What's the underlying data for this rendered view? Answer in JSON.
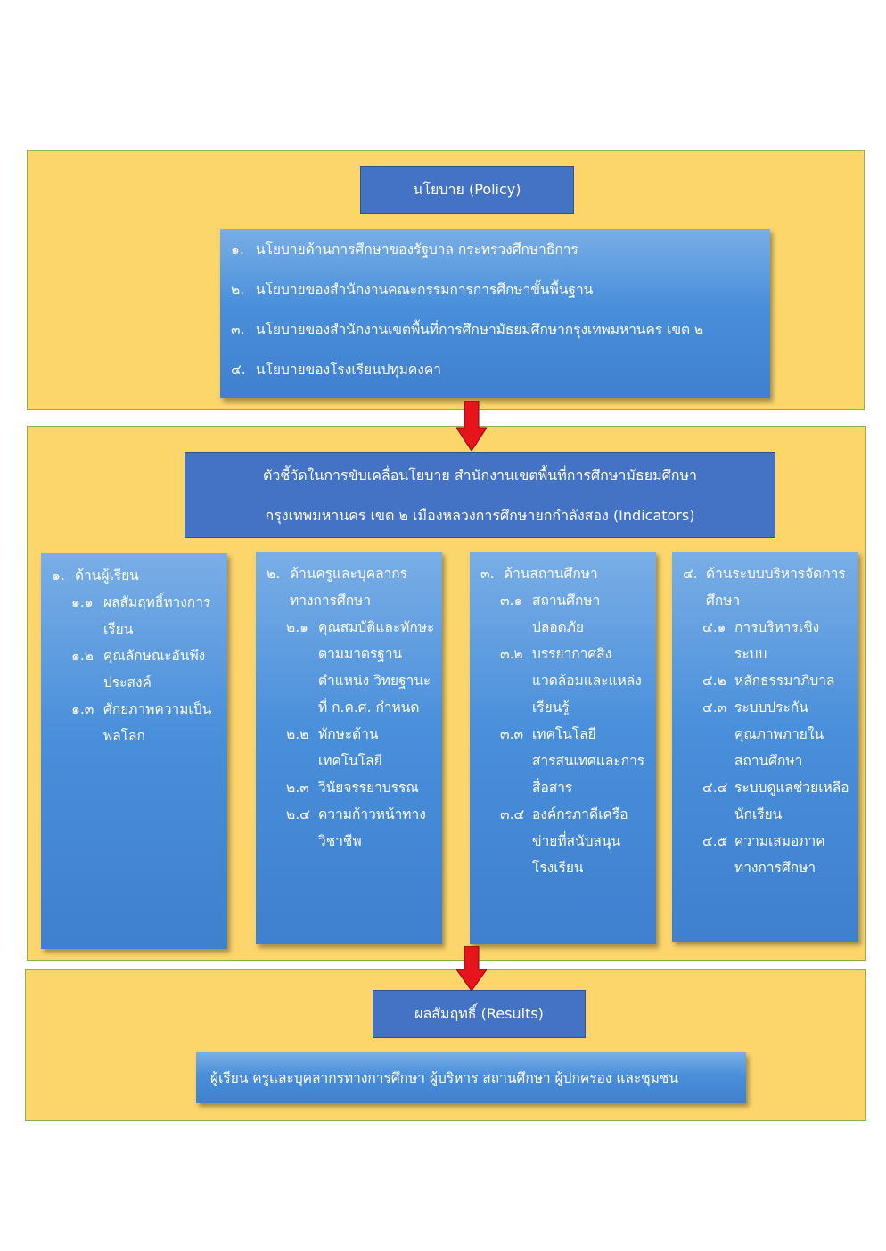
{
  "policy": {
    "title": "นโยบาย (Policy)",
    "items": [
      {
        "num": "๑.",
        "text": "นโยบายด้านการศึกษาของรัฐบาล กระทรวงศึกษาธิการ"
      },
      {
        "num": "๒.",
        "text": "นโยบายของสำนักงานคณะกรรมการการศึกษาขั้นพื้นฐาน"
      },
      {
        "num": "๓.",
        "text": "นโยบายของสำนักงานเขตพื้นที่การศึกษามัธยมศึกษากรุงเทพมหานคร เขต ๒"
      },
      {
        "num": "๔.",
        "text": "นโยบายของโรงเรียนปทุมคงคา"
      }
    ]
  },
  "indicators": {
    "title_line1": "ตัวชี้วัดในการขับเคลื่อนโยบาย สำนักงานเขตพื้นที่การศึกษามัธยมศึกษา",
    "title_line2": "กรุงเทพมหานคร เขต ๒ เมืองหลวงการศึกษายกกำลังสอง (Indicators)",
    "columns": [
      {
        "num": "๑.",
        "title": "ด้านผู้เรียน",
        "items": [
          {
            "num": "๑.๑",
            "text": "ผลสัมฤทธิ์ทางการเรียน"
          },
          {
            "num": "๑.๒",
            "text": "คุณลักษณะอันพึงประสงค์"
          },
          {
            "num": "๑.๓",
            "text": "ศักยภาพความเป็นพลโลก"
          }
        ]
      },
      {
        "num": "๒.",
        "title": "ด้านครูและบุคลากรทางการศึกษา",
        "items": [
          {
            "num": "๒.๑",
            "text": "คุณสมบัติและทักษะตามมาตรฐานตำแหน่ง วิทยฐานะ ที่ ก.ค.ศ. กำหนด"
          },
          {
            "num": "๒.๒",
            "text": "ทักษะด้านเทคโนโลยี"
          },
          {
            "num": "๒.๓",
            "text": "วินัยจรรยาบรรณ"
          },
          {
            "num": "๒.๔",
            "text": "ความก้าวหน้าทางวิชาชีพ"
          }
        ]
      },
      {
        "num": "๓.",
        "title": "ด้านสถานศึกษา",
        "items": [
          {
            "num": "๓.๑",
            "text": "สถานศึกษาปลอดภัย"
          },
          {
            "num": "๓.๒",
            "text": "บรรยากาศสิ่งแวดล้อมและแหล่งเรียนรู้"
          },
          {
            "num": "๓.๓",
            "text": "เทคโนโลยีสารสนเทศและการสื่อสาร"
          },
          {
            "num": "๓.๔",
            "text": "องค์กรภาคีเครือข่ายที่สนับสนุนโรงเรียน"
          }
        ]
      },
      {
        "num": "๔.",
        "title": "ด้านระบบบริหารจัดการศึกษา",
        "items": [
          {
            "num": "๔.๑",
            "text": "การบริหารเชิงระบบ"
          },
          {
            "num": "๔.๒",
            "text": "หลักธรรมาภิบาล"
          },
          {
            "num": "๔.๓",
            "text": "ระบบประกันคุณภาพภายในสถานศึกษา"
          },
          {
            "num": "๔.๔",
            "text": "ระบบดูแลช่วยเหลือนักเรียน"
          },
          {
            "num": "๔.๕",
            "text": "ความเสมอภาคทางการศึกษา"
          }
        ]
      }
    ]
  },
  "results": {
    "title": "ผลสัมฤทธิ์ (Results)",
    "text": "ผู้เรียน ครูและบุคลากรทางการศึกษา ผู้บริหาร สถานศึกษา ผู้ปกครอง และชุมชน"
  },
  "colors": {
    "panel": "#fcd56b",
    "title_box": "#4472c4",
    "content_box": "#4a8fdb",
    "arrow": "#e8141b"
  }
}
